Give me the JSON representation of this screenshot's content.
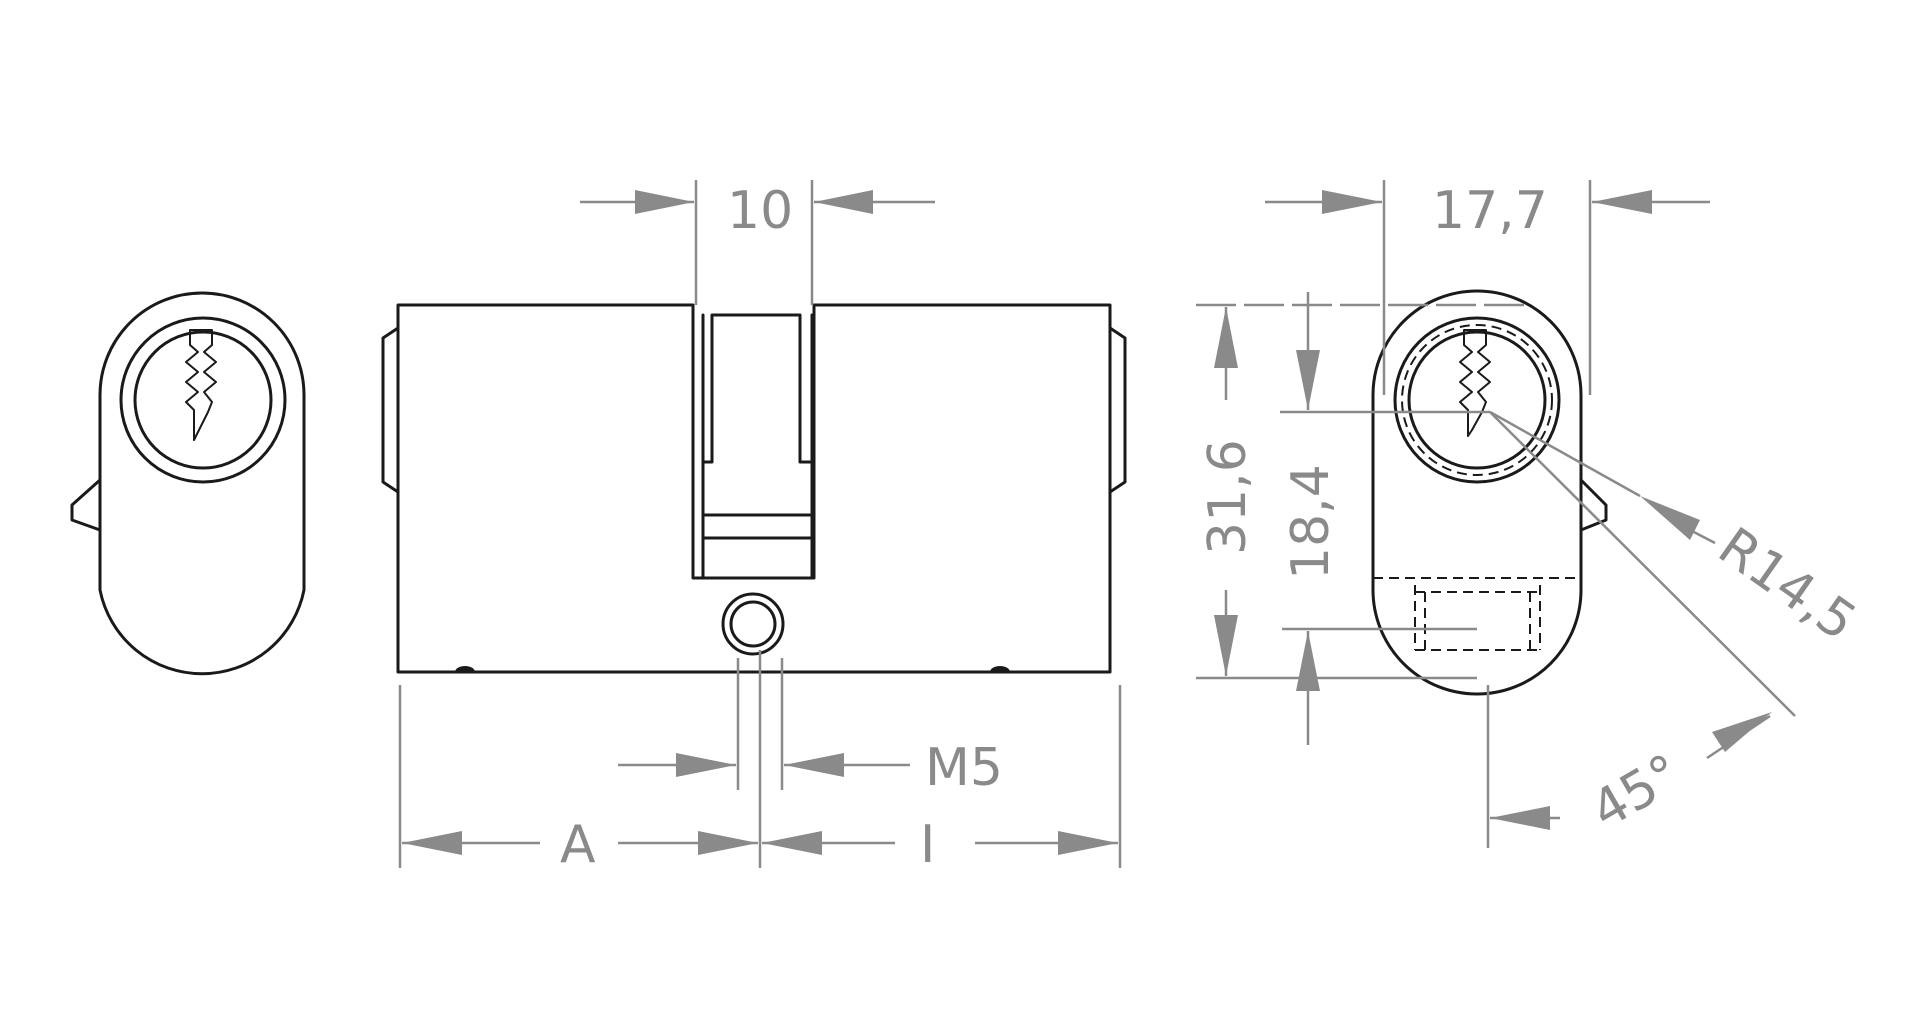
{
  "drawing": {
    "labels": {
      "cam_width": "10",
      "profile_width": "17,7",
      "total_height": "31,6",
      "center_height": "18,4",
      "radius": "R14,5",
      "angle": "45°",
      "screw_thread": "M5",
      "outer_length": "A",
      "inner_length": "I"
    },
    "colors": {
      "outline": "#1a1a1a",
      "dimension": "#8a8a8a",
      "background": "#ffffff"
    }
  }
}
